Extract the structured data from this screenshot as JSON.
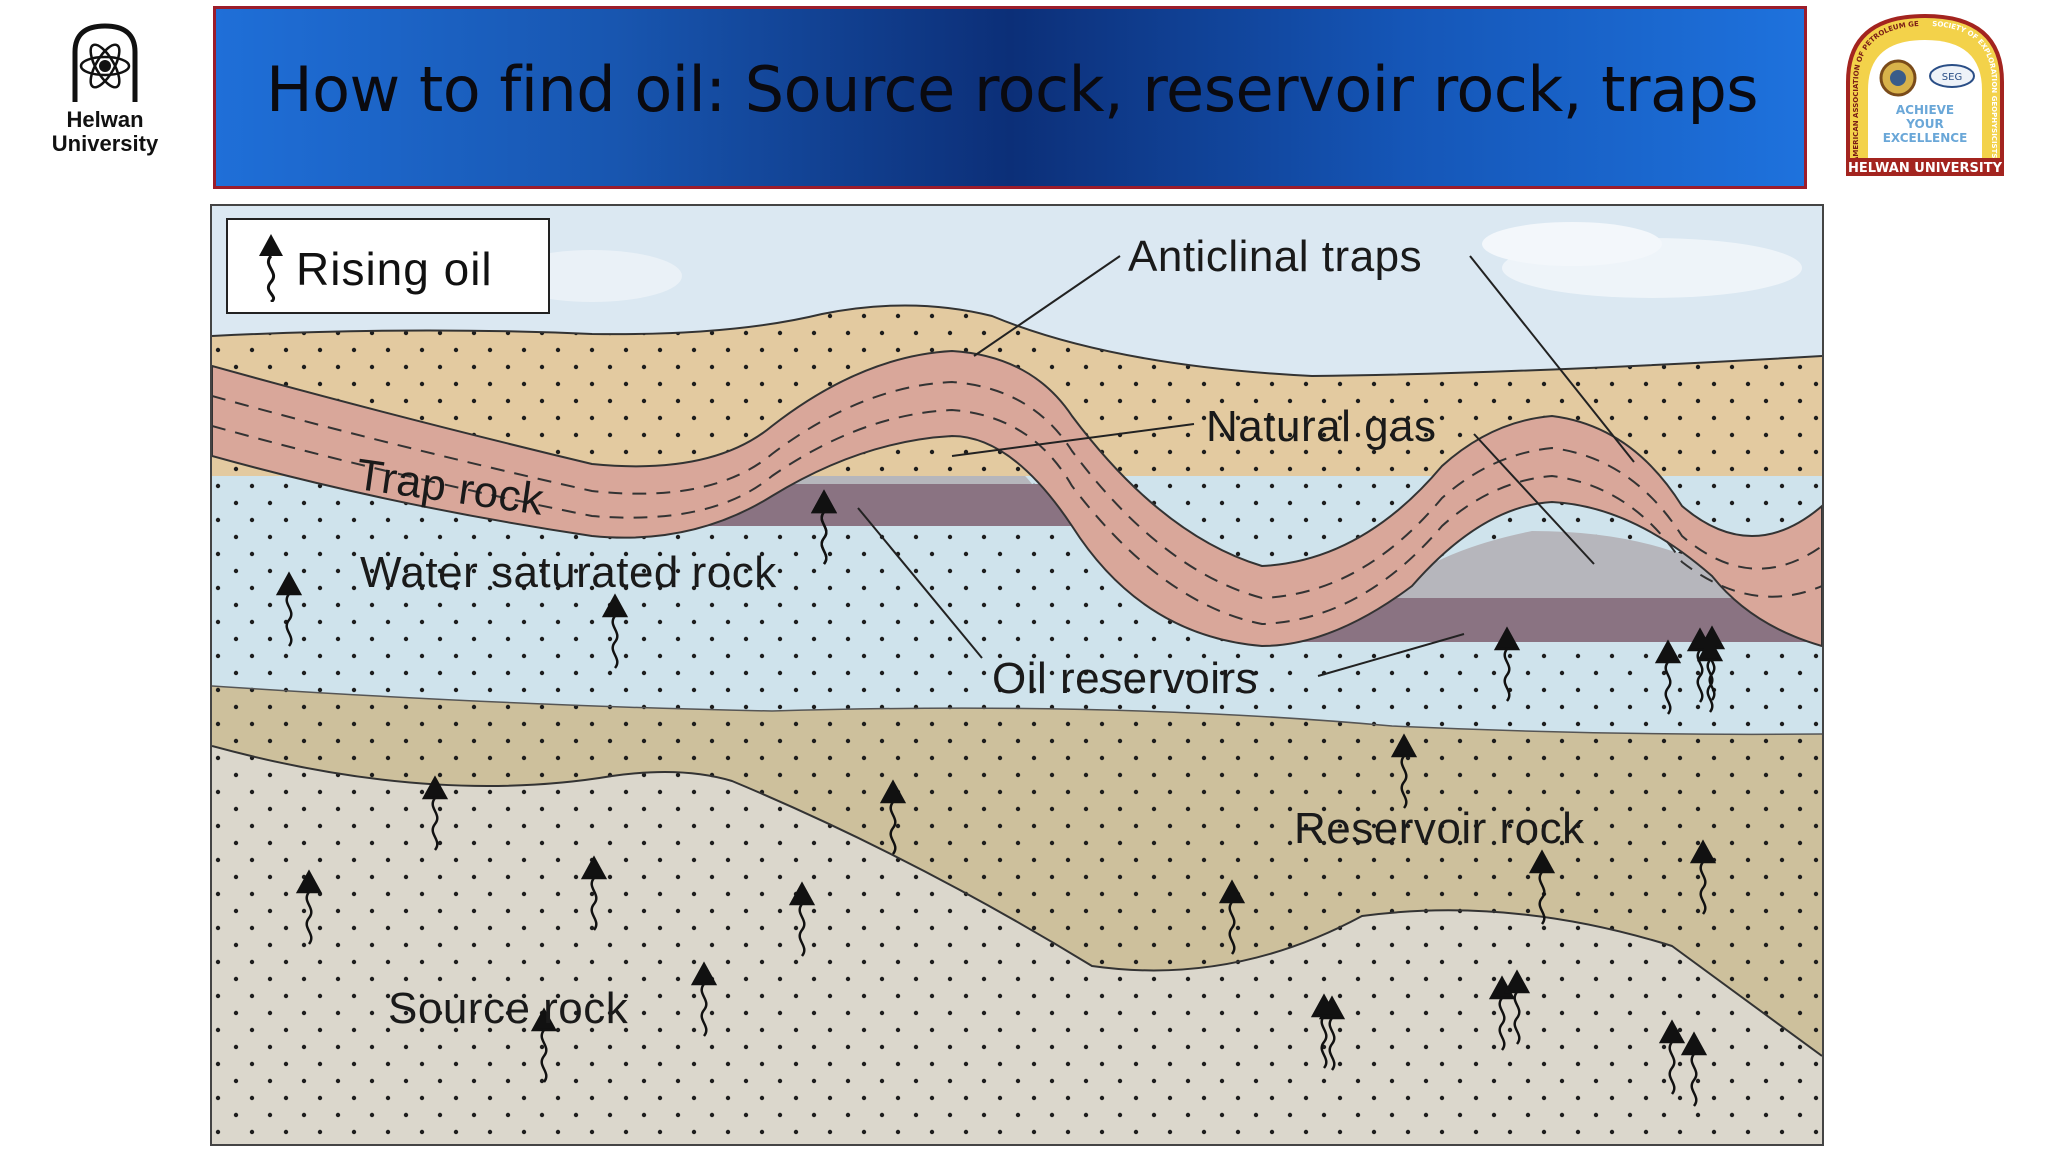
{
  "header": {
    "title": "How to find oil: Source rock, reservoir rock, traps",
    "university_name": "Helwan University",
    "society_logo_texts": [
      "AMERICAN ASSOCIATION OF PETROLEUM GEOLOGISTS",
      "SOCIETY OF EXPLORATION GEOPHYSICISTS",
      "SEG",
      "ACHIEVE",
      "YOUR",
      "EXCELLENCE",
      "HELWAN UNIVERSITY"
    ]
  },
  "diagram": {
    "legend": {
      "icon": "rising-oil-arrow-icon",
      "label": "Rising oil"
    },
    "labels": {
      "anticlinal_traps": "Anticlinal traps",
      "natural_gas": "Natural gas",
      "trap_rock": "Trap rock",
      "water_saturated_rock": "Water saturated rock",
      "oil_reservoirs": "Oil reservoirs",
      "reservoir_rock": "Reservoir rock",
      "source_rock": "Source rock"
    },
    "colors": {
      "sky": "#dbe8f2",
      "top_sand": "#e3caa0",
      "trap_rock": "#d9a79a",
      "gas": "#b6b6bc",
      "oil": "#8a7382",
      "water_rock": "#cfe3ec",
      "reservoir_rock": "#cdc09c",
      "source_rock": "#dbd7cc"
    }
  }
}
